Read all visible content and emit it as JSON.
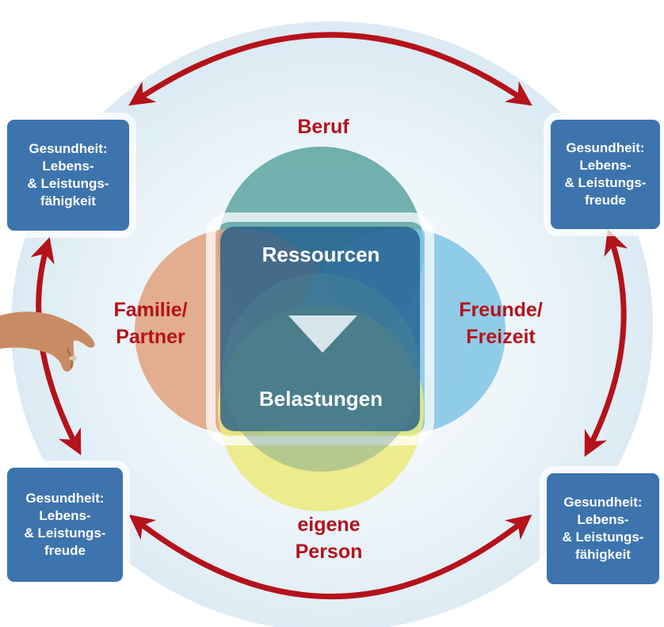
{
  "colors": {
    "arrow": "#b5121b",
    "label_text": "#b5121b",
    "box_fill": "#3d74ad",
    "circle_beruf": "#5aa3a0",
    "circle_familie": "#e0a07c",
    "circle_freunde": "#7ec4e4",
    "circle_person": "#ebe97a",
    "center_square": "#1d5a8c",
    "triangle": "#d7e6ea"
  },
  "circles": {
    "beruf": "Beruf",
    "familie": "Familie/\nPartner",
    "freunde": "Freunde/\nFreizeit",
    "person": "eigene\nPerson"
  },
  "center": {
    "top": "Ressourcen",
    "bottom": "Belastungen"
  },
  "boxes": {
    "top_left": [
      "Gesundheit:",
      "Lebens-",
      "& Leistungs-",
      "fähigkeit"
    ],
    "top_right": [
      "Gesundheit:",
      "Lebens-",
      "& Leistungs-",
      "freude"
    ],
    "bottom_left": [
      "Gesundheit:",
      "Lebens-",
      "& Leistungs-",
      "freude"
    ],
    "bottom_right": [
      "Gesundheit:",
      "Lebens-",
      "& Leistungs-",
      "fähigkeit"
    ]
  },
  "icons": {
    "hand": "pointing-hand-icon",
    "triangle": "down-triangle-icon",
    "arrows": "double-headed-curved-arrow-icon"
  }
}
